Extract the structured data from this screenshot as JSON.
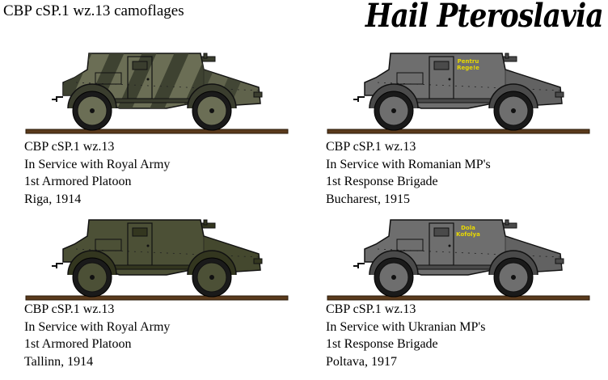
{
  "header": {
    "title": "CBP cSP.1 wz.13 camoflages",
    "brand": "Hail Pteroslavia"
  },
  "panels": [
    {
      "lines": [
        "CBP cSP.1 wz.13",
        "In Service with Royal Army",
        "1st Armored Platoon",
        "Riga, 1914"
      ],
      "scheme": "stripes",
      "colors": {
        "body": "#6b6e55",
        "dark": "#3a3d2e",
        "shade": "#4c4f3d"
      },
      "insignia": []
    },
    {
      "lines": [
        "CBP cSP.1 wz.13",
        "In Service with Romanian MP's",
        "1st Response Brigade",
        "Bucharest, 1915"
      ],
      "scheme": "plain",
      "colors": {
        "body": "#6e6e6e",
        "dark": "#4a4a4a",
        "shade": "#5a5a5a"
      },
      "insignia": [
        "Pentru",
        "Rege!e"
      ]
    },
    {
      "lines": [
        "CBP cSP.1 wz.13",
        "In Service with Royal Army",
        "1st Armored Platoon",
        "Tallinn, 1914"
      ],
      "scheme": "plain",
      "colors": {
        "body": "#4c5036",
        "dark": "#33361f",
        "shade": "#3f4229"
      },
      "insignia": []
    },
    {
      "lines": [
        "CBP cSP.1 wz.13",
        "In Service with Ukranian MP's",
        "1st Response Brigade",
        "Poltava, 1917"
      ],
      "scheme": "plain",
      "colors": {
        "body": "#6e6e6e",
        "dark": "#4a4a4a",
        "shade": "#5a5a5a"
      },
      "insignia": [
        "Dola",
        "Kofolya"
      ]
    }
  ]
}
